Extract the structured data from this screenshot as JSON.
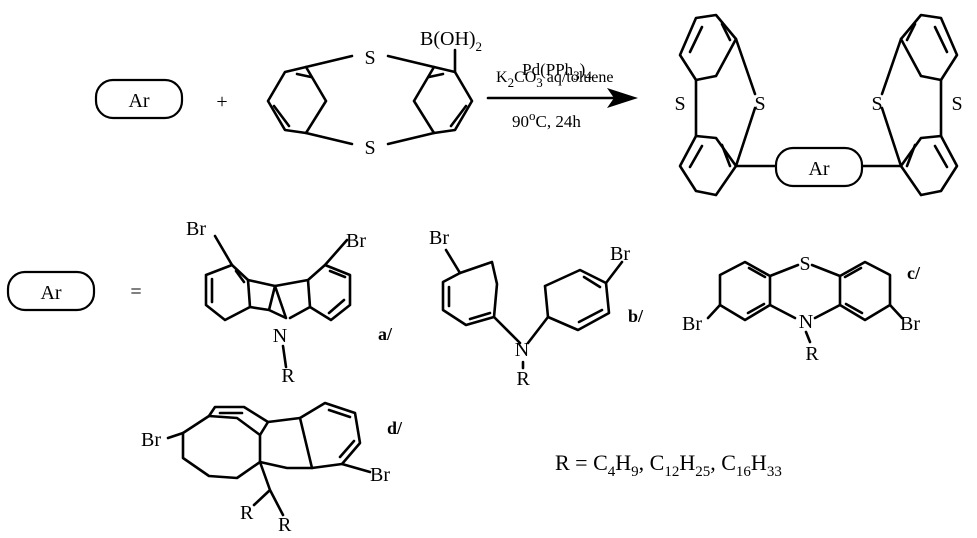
{
  "reaction": {
    "placeholder": "Ar",
    "plus": "+",
    "boronic_acid": "B(OH)",
    "boronic_acid_sub": "2",
    "catalyst": "Pd(PPh",
    "catalyst_sub": "3",
    "catalyst_close": ")",
    "catalyst_sub2": "4",
    "base_k": "K",
    "base_k_sub": "2",
    "base_co": "CO",
    "base_co_sub": "3",
    "base_rest": " aq/toluene",
    "temp": "90",
    "temp_sup": "o",
    "temp_rest": "C, 24h",
    "sulfur": "S",
    "product_ar": "Ar"
  },
  "definitions": {
    "ar_box": "Ar",
    "equals": "=",
    "bromo": "Br",
    "nitrogen": "N",
    "sulfur": "S",
    "r_group": "R",
    "labels": [
      "a/",
      "b/",
      "c/",
      "d/"
    ],
    "r_formula": {
      "prefix": "R = C",
      "s1": "4",
      "m1": "H",
      "s2": "9",
      "m2": ", C",
      "s3": "12",
      "m3": "H",
      "s4": "25",
      "m4": ", C",
      "s5": "16",
      "m5": "H",
      "s6": "33"
    }
  }
}
